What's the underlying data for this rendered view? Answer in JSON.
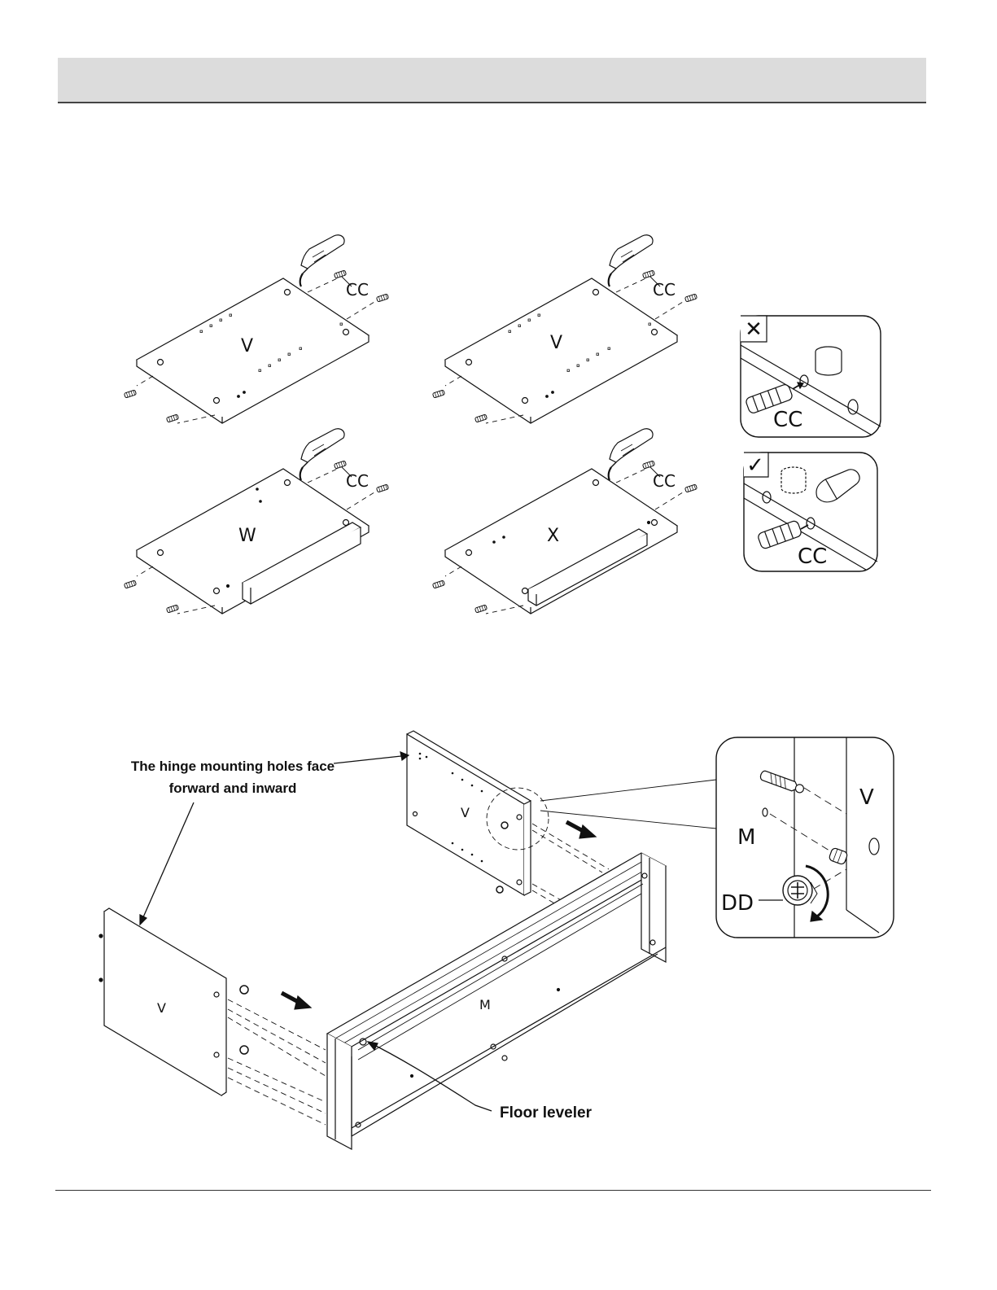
{
  "step1": {
    "panels": [
      {
        "label": "V",
        "part": "CC"
      },
      {
        "label": "V",
        "part": "CC"
      },
      {
        "label": "W",
        "part": "CC"
      },
      {
        "label": "X",
        "part": "CC"
      }
    ],
    "detail_wrong": {
      "part": "CC",
      "mark": "✕"
    },
    "detail_right": {
      "part": "CC",
      "mark": "✓"
    }
  },
  "step2": {
    "callout_hinge_line1": "The hinge mounting holes face",
    "callout_hinge_line2": "forward and inward",
    "callout_leveler": "Floor leveler",
    "panel_back_label": "V",
    "panel_front_label": "V",
    "frame_label": "M",
    "zoom": {
      "label_m": "M",
      "label_v": "V",
      "label_dd": "DD"
    }
  }
}
